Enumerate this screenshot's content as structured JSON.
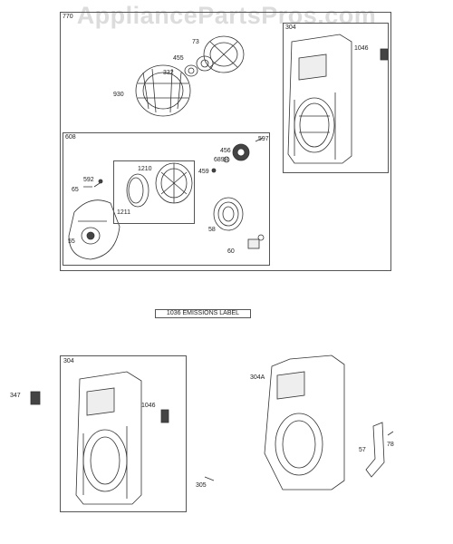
{
  "watermark": "AppliancePartsPros.com",
  "boxes": {
    "main": "770",
    "housing_top": "304",
    "recoil": "608",
    "housing_bottom": "304"
  },
  "emissions_label": "1036 EMISSIONS LABEL",
  "parts": {
    "p73": "73",
    "p455": "455",
    "p332": "332",
    "p930": "930",
    "p1046a": "1046",
    "p597": "597",
    "p456": "456",
    "p689b": "689B",
    "p459": "459",
    "p1210": "1210",
    "p592": "592",
    "p65": "65",
    "p1211": "1211",
    "p58": "58",
    "p55": "55",
    "p60": "60",
    "p347": "347",
    "p1046b": "1046",
    "p305": "305",
    "p304a": "304A",
    "p57": "57",
    "p78": "78"
  }
}
